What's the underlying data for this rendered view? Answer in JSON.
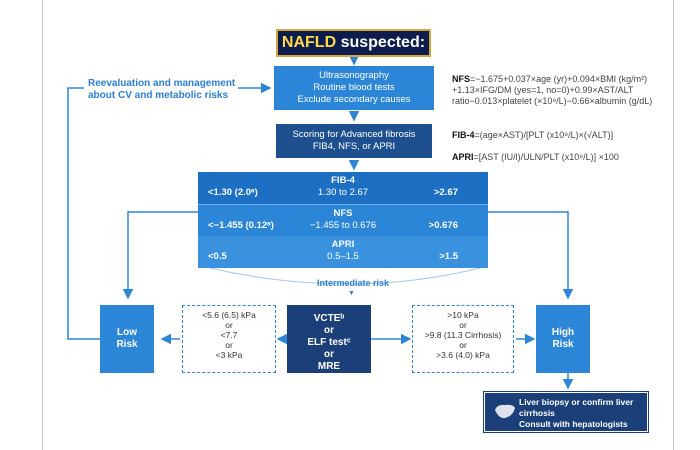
{
  "title": {
    "part1": "NAFLD",
    "part2": " suspected:"
  },
  "reevaluation": "Reevaluation and management about CV and metabolic risks",
  "initial_box": [
    "Ultrasonography",
    "Routine blood tests",
    "Exclude secondary causes"
  ],
  "scoring_box": [
    "Scoring for Advanced fibrosis",
    "FIB4, NFS, or APRI"
  ],
  "formulas": {
    "nfs": {
      "name": "NFS",
      "text": "=−1.675+0.037×age (yr)+0.094×BMI (kg/m²) +1.13×IFG/DM (yes=1, no=0)+0.99×AST/ALT ratio−0.013×platelet (×10⁹/L)−0.66×albumin (g/dL)"
    },
    "fib4": {
      "name": "FIB-4",
      "text": "=(age×AST)/[PLT (x10⁹/L)×(√ALT)]"
    },
    "apri": {
      "name": "APRI",
      "text": "=[AST (IU/l)/ULN/PLT (x10⁹/L)] ×100"
    }
  },
  "score_table": [
    {
      "name": "FIB-4",
      "low": "<1.30 (2.0ᵃ)",
      "mid": "1.30 to 2.67",
      "high": ">2.67"
    },
    {
      "name": "NFS",
      "low": "<−1.455 (0.12ᵃ)",
      "mid": "−1.455 to 0.676",
      "high": ">0.676"
    },
    {
      "name": "APRI",
      "low": "<0.5",
      "mid": "0.5–1.5",
      "high": ">1.5"
    }
  ],
  "intermediate_risk": "Intermediate risk",
  "low_risk": [
    "Low",
    "Risk"
  ],
  "high_risk": [
    "High",
    "Risk"
  ],
  "low_thresholds": [
    "<5.6 (6.5) kPa",
    "or",
    "<7.7",
    "or",
    "<3 kPa"
  ],
  "high_thresholds": [
    ">10 kPa",
    "or",
    ">9.8 (11.3 Cirrhosis)",
    "or",
    ">3.6 (4.0) kPa"
  ],
  "tests": [
    "VCTEᵇ",
    "or",
    "ELF testᶜ",
    "or",
    "MRE"
  ],
  "liver_box": [
    "Liver biopsy or confirm  liver cirrhosis",
    "Consult with hepatologists"
  ],
  "colors": {
    "primary": "#2b86d7",
    "dark": "#1b3f78",
    "title_bg": "#0b1c4d",
    "title_accent": "#ffd84a"
  }
}
